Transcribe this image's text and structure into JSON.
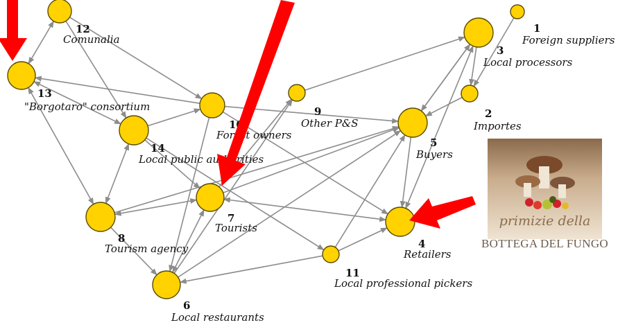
{
  "nodes": [
    {
      "id": "n1",
      "number": "1",
      "label": "Foreign suppliers"
    },
    {
      "id": "n2",
      "number": "2",
      "label": "Importes"
    },
    {
      "id": "n3",
      "number": "3",
      "label": "Local processors"
    },
    {
      "id": "n4",
      "number": "4",
      "label": "Retailers"
    },
    {
      "id": "n5",
      "number": "5",
      "label": "Buyers"
    },
    {
      "id": "n6",
      "number": "6",
      "label": "Local restaurants"
    },
    {
      "id": "n7",
      "number": "7",
      "label": "Tourists"
    },
    {
      "id": "n8",
      "number": "8",
      "label": "Tourism agency"
    },
    {
      "id": "n9",
      "number": "9",
      "label": "Other P&S"
    },
    {
      "id": "n10",
      "number": "10",
      "label": "Forest owners"
    },
    {
      "id": "n11",
      "number": "11",
      "label": "Local professional pickers"
    },
    {
      "id": "n12",
      "number": "12",
      "label": "Comunalia"
    },
    {
      "id": "n13",
      "number": "13",
      "label": "\"Borgotaro\" consortium"
    },
    {
      "id": "n14",
      "number": "14",
      "label": "Local public authorities"
    }
  ],
  "logo": {
    "script_text": "primizie della",
    "name_text": "BOTTEGA DEL FUNGO"
  },
  "colors": {
    "node_fill": "#FFD200",
    "edge": "#8c8c8c",
    "highlight_arrow": "#ff0000"
  }
}
